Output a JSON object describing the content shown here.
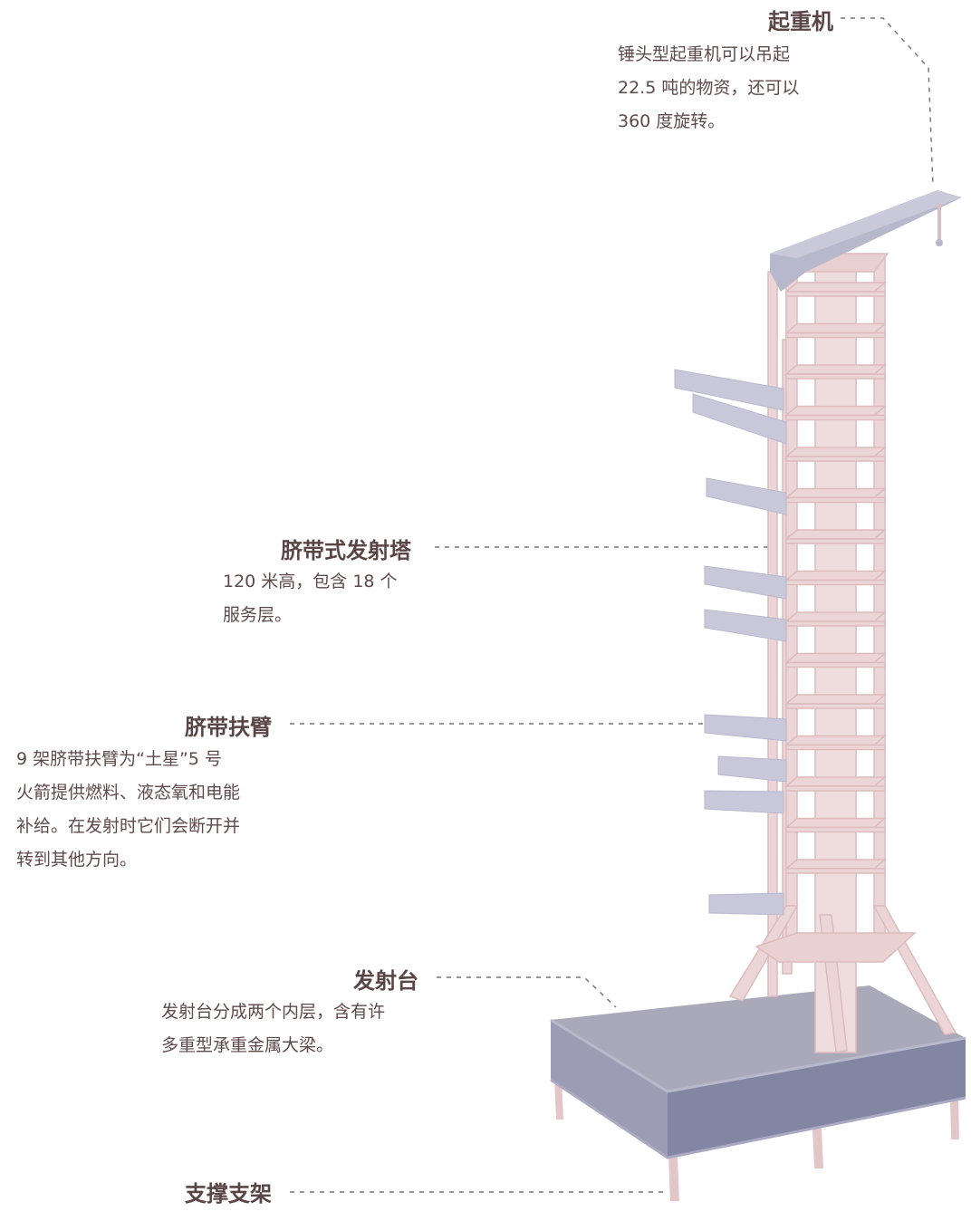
{
  "labels": {
    "crane": {
      "title": "起重机",
      "lines": [
        "锤头型起重机可以吊起",
        "22.5 吨的物资，还可以",
        "360 度旋转。"
      ]
    },
    "tower": {
      "title": "脐带式发射塔",
      "lines": [
        "120 米高，包含 18 个",
        "服务层。"
      ]
    },
    "arms": {
      "title": "脐带扶臂",
      "lines": [
        "9 架脐带扶臂为“土星”5 号",
        "火箭提供燃料、液态氧和电能",
        "补给。在发射时它们会断开并",
        "转到其他方向。"
      ]
    },
    "platform": {
      "title": "发射台",
      "lines": [
        "发射台分成两个内层，含有许",
        "多重型承重金属大梁。"
      ]
    },
    "support": {
      "title": "支撑支架"
    }
  },
  "colors": {
    "tower": "#ecd5d6",
    "tower_stroke": "#dcbcbd",
    "arm": "#c8c8da",
    "platform_top": "#a8a8b8",
    "platform_front": "#8286a2",
    "text": "#5a4546"
  }
}
